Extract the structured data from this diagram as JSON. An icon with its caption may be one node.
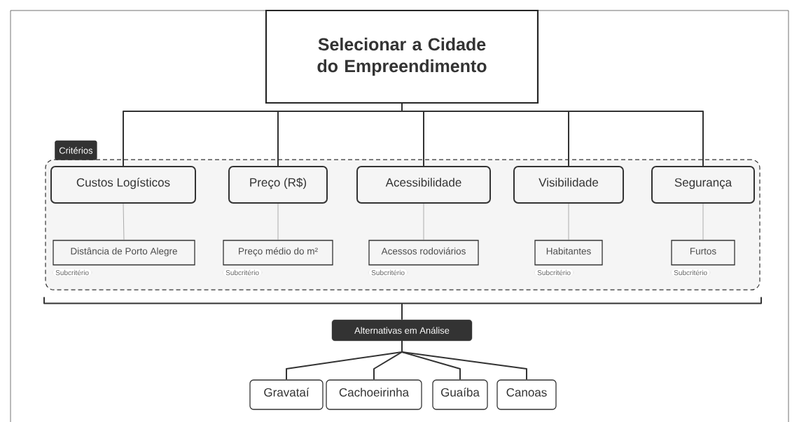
{
  "diagram": {
    "nodes": [
      {
        "text": [
          "Selecionar a Cidade do Empreendimento"
        ]
      },
      {
        "text": [
          "Critérios"
        ]
      },
      {
        "text": [
          "Custos Logísticos"
        ],
        "in": 1
      },
      {
        "text": [
          "Preço (R$)"
        ],
        "in": 1
      },
      {
        "text": [
          "Acessibilidade"
        ],
        "in": 1
      },
      {
        "text": [
          "Visibilidade"
        ],
        "in": 1
      },
      {
        "text": [
          "Segurança"
        ],
        "in": 1
      },
      {
        "text": [
          "Distância de Porto Alegre"
        ],
        "in": 1,
        "beside": [
          "Subcritério"
        ]
      },
      {
        "text": [
          "Preço médio do m²"
        ],
        "in": 1,
        "beside": [
          "Subcritério"
        ]
      },
      {
        "text": [
          "Acessos rodoviários"
        ],
        "in": 1,
        "beside": [
          "Subcritério"
        ]
      },
      {
        "text": [
          "Habitantes"
        ],
        "in": 1,
        "beside": [
          "Subcritério"
        ]
      },
      {
        "text": [
          "Furtos"
        ],
        "in": 1,
        "beside": [
          "Subcritério"
        ]
      },
      {
        "text": [
          "Alternativas em Análise"
        ]
      },
      {
        "text": [
          "Gravataí"
        ]
      },
      {
        "text": [
          "Cachoeirinha"
        ]
      },
      {
        "text": [
          "Guaíba"
        ]
      },
      {
        "text": [
          "Canoas"
        ]
      }
    ],
    "edges": [
      {
        "from": 0,
        "to": 2,
        "arrow": "none"
      },
      {
        "from": 0,
        "to": 3,
        "arrow": "none"
      },
      {
        "from": 0,
        "to": 4,
        "arrow": "none"
      },
      {
        "from": 0,
        "to": 5,
        "arrow": "none"
      },
      {
        "from": 0,
        "to": 6,
        "arrow": "none"
      },
      {
        "from": 2,
        "to": 7,
        "arrow": "none",
        "color": "#999999"
      },
      {
        "from": 3,
        "to": 8,
        "arrow": "none",
        "color": "#999999"
      },
      {
        "from": 4,
        "to": 9,
        "arrow": "none",
        "color": "#999999"
      },
      {
        "from": 5,
        "to": 10,
        "arrow": "none",
        "color": "#999999"
      },
      {
        "from": 6,
        "to": 11,
        "arrow": "none",
        "color": "#999999"
      },
      {
        "from": 1,
        "to": 12,
        "arrow": "none"
      },
      {
        "from": 12,
        "to": 13,
        "arrow": "none"
      },
      {
        "from": 12,
        "to": 14,
        "arrow": "none"
      },
      {
        "from": 12,
        "to": 15,
        "arrow": "none"
      },
      {
        "from": 12,
        "to": 16,
        "arrow": "none"
      }
    ]
  }
}
